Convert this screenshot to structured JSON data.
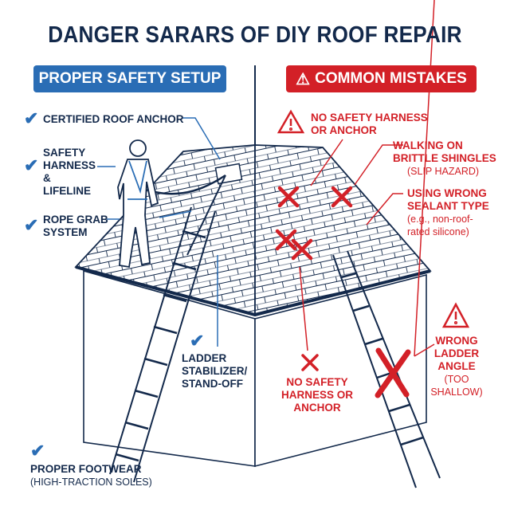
{
  "title": "DANGER SARARS OF DIY ROOF REPAIR",
  "colors": {
    "navy": "#13294b",
    "blue": "#2a6db5",
    "red": "#d32027"
  },
  "left_panel": {
    "header": "PROPER SAFETY SETUP",
    "icon": "check-icon",
    "items": [
      {
        "label": "CERTIFIED ROOF ANCHOR"
      },
      {
        "label": "SAFETY HARNESS & LIFELINE"
      },
      {
        "label": "ROPE GRAB SYSTEM"
      },
      {
        "label": "LADDER STABILIZER/ STAND-OFF"
      },
      {
        "label": "PROPER FOOTWEAR",
        "note": "(HIGH-TRACTION SOLES)"
      }
    ]
  },
  "right_panel": {
    "header": "COMMON MISTAKES",
    "header_icon": "warning-triangle-icon",
    "items": [
      {
        "label": "NO SAFETY HARNESS OR ANCHOR"
      },
      {
        "label": "WALKING ON BRITTLE SHINGLES",
        "note": "(SLIP HAZARD)"
      },
      {
        "label": "USING WRONG SEALANT TYPE",
        "note": "(e.g., non-roof-rated silicone)"
      },
      {
        "label": "NO SAFETY HARNESS OR ANCHOR"
      },
      {
        "label": "WRONG LADDER ANGLE",
        "note": "(TOO SHALLOW)"
      }
    ]
  }
}
